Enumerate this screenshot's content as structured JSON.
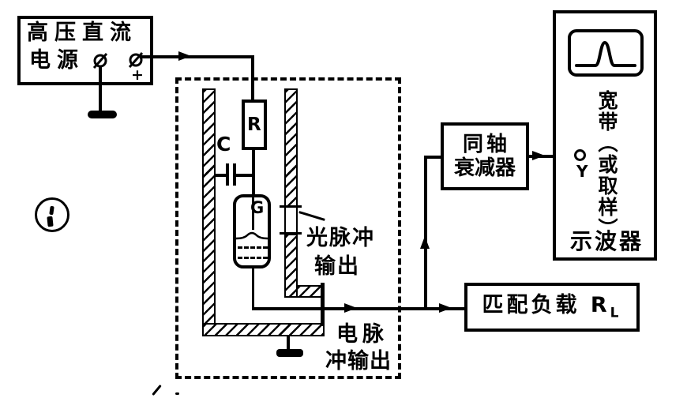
{
  "colors": {
    "ink": "#000000",
    "paper": "#ffffff"
  },
  "power_supply": {
    "title_line1": "高压直流",
    "title_line2": "电源",
    "plus_sign": "+"
  },
  "pulse_chamber": {
    "resistor_label": "R",
    "capacitor_label": "C",
    "tube_label": "G",
    "light_output_line1": "光脉冲",
    "light_output_line2": "输出",
    "electrical_output_line1": "电脉",
    "electrical_output_line2": "冲输出"
  },
  "attenuator": {
    "label_line1": "同轴",
    "label_line2": "衰减器"
  },
  "matched_load": {
    "label": "匹配负载 R",
    "subscript": "L"
  },
  "oscilloscope": {
    "vertical_label": "宽带（或取样）",
    "bottom_label": "示波器",
    "input_label": "Y"
  }
}
